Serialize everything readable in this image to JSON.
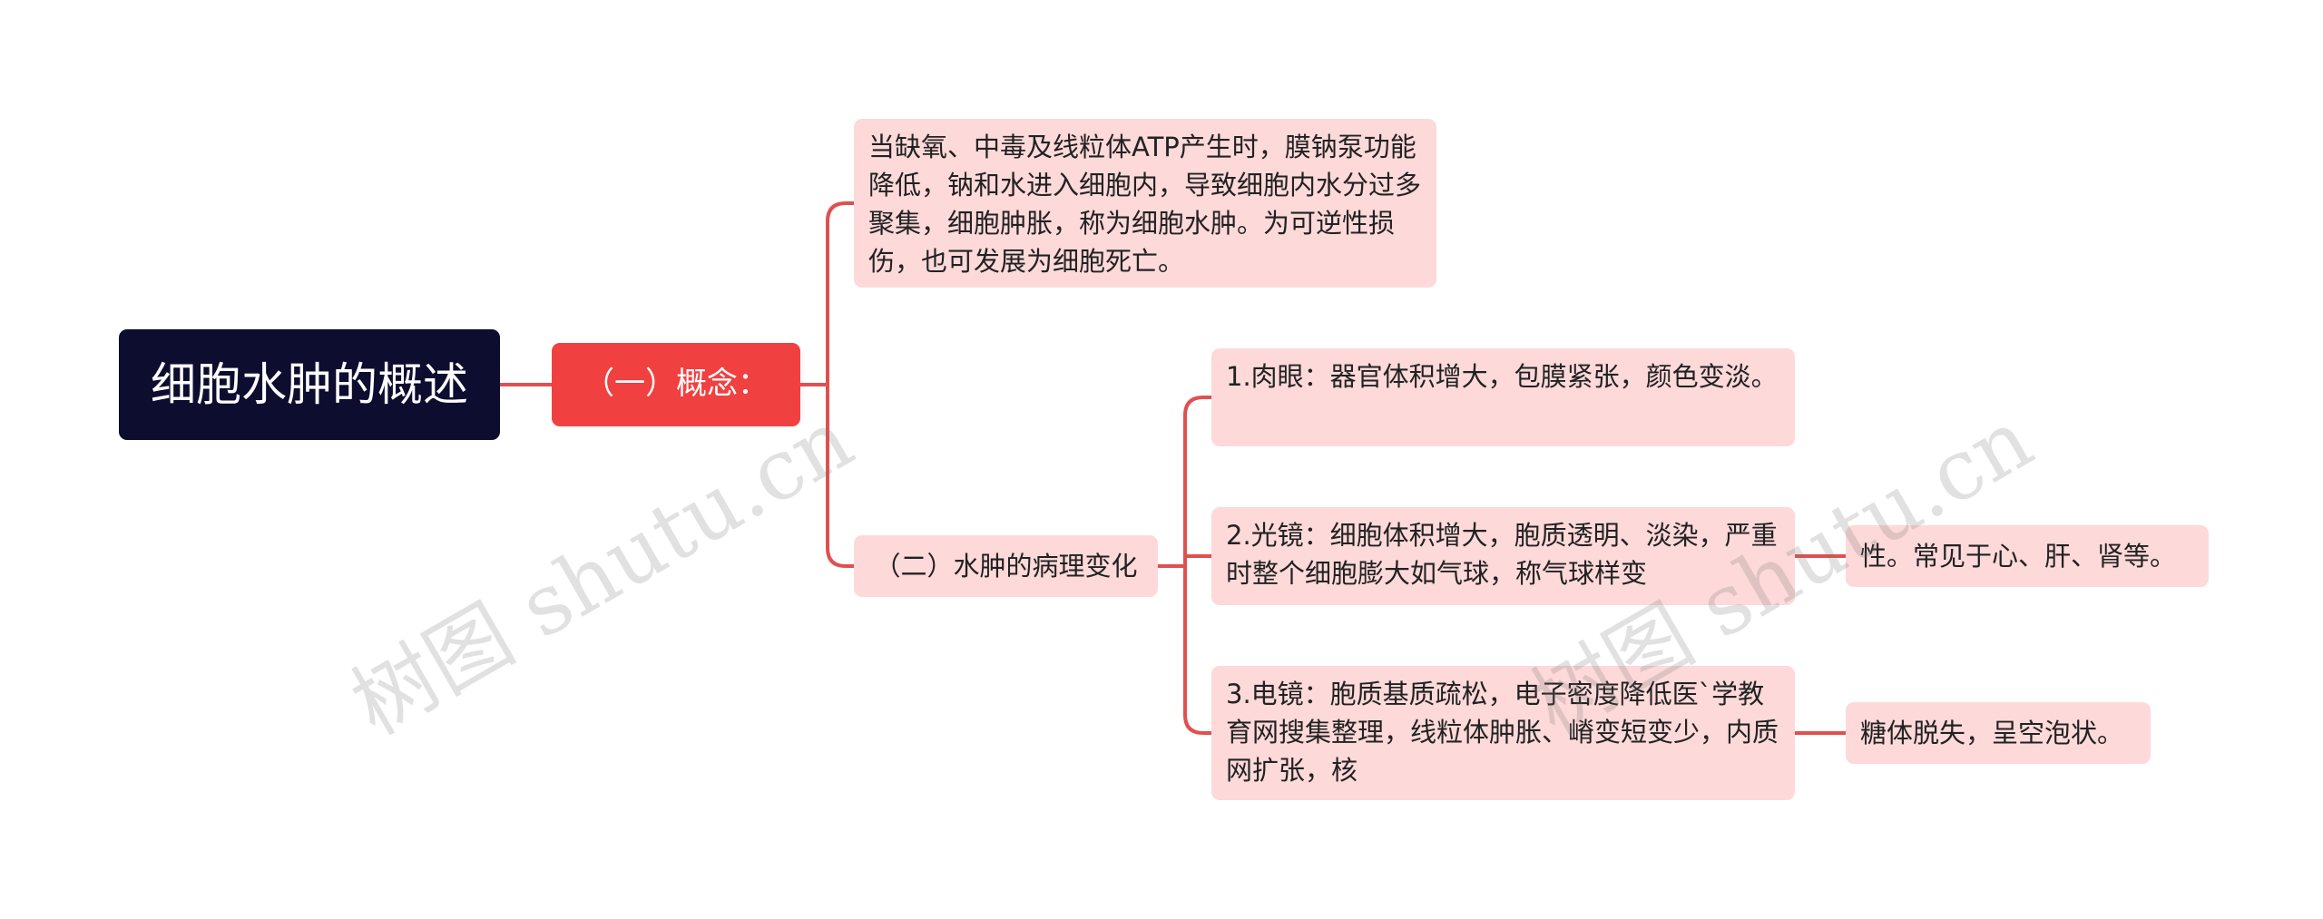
{
  "mindmap": {
    "root": {
      "label": "细胞水肿的概述"
    },
    "concept": {
      "label": "（一）概念：",
      "description": "当缺氧、中毒及线粒体ATP产生时，膜钠泵功能降低，钠和水进入细胞内，导致细胞内水分过多聚集，细胞肿胀，称为细胞水肿。为可逆性损伤，也可发展为细胞死亡。"
    },
    "pathology": {
      "label": "（二）水肿的病理变化",
      "items": [
        {
          "label": "1.肉眼：器官体积增大，包膜紧张，颜色变淡。"
        },
        {
          "label": "2.光镜：细胞体积增大，胞质透明、淡染，严重时整个细胞膨大如气球，称气球样变",
          "detail": "性。常见于心、肝、肾等。"
        },
        {
          "label": "3.电镜：胞质基质疏松，电子密度降低医`学教育网搜集整理，线粒体肿胀、嵴变短变少，内质网扩张，核",
          "detail": "糖体脱失，呈空泡状。"
        }
      ]
    }
  },
  "watermarks": [
    "树图 shutu.cn",
    "树图 shutu.cn"
  ],
  "colors": {
    "root_bg": "#0d0d30",
    "level1_bg": "#f04040",
    "leaf_bg": "#fdd9d9",
    "connector": "#e05050"
  }
}
